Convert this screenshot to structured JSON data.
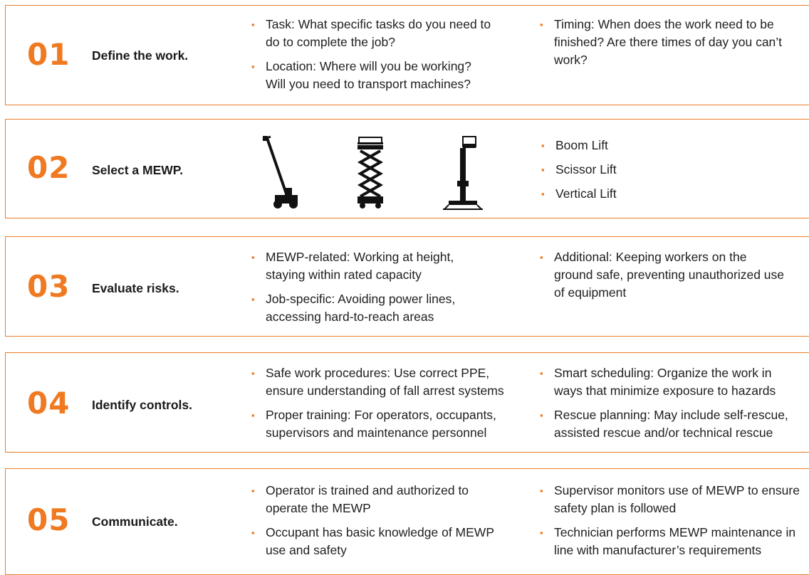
{
  "accent_color": "#ef7a22",
  "steps": [
    {
      "number": "01",
      "title": "Define the work.",
      "left": [
        "Task: What specific tasks do you need to do to complete the job?",
        "Location: Where will you be working? Will you need to transport machines?"
      ],
      "right": [
        "Timing: When does the work need to be finished? Are there times of day you can’t work?"
      ]
    },
    {
      "number": "02",
      "title": "Select a MEWP.",
      "images": [
        "boom-lift-icon",
        "scissor-lift-icon",
        "vertical-lift-icon"
      ],
      "right": [
        "Boom Lift",
        "Scissor Lift",
        "Vertical Lift"
      ]
    },
    {
      "number": "03",
      "title": "Evaluate risks.",
      "left": [
        "MEWP-related: Working at height, staying within rated capacity",
        "Job-specific: Avoiding power lines, accessing hard-to-reach areas"
      ],
      "right": [
        "Additional: Keeping workers on the ground safe, preventing unauthorized use of equipment"
      ]
    },
    {
      "number": "04",
      "title": "Identify controls.",
      "left": [
        "Safe work procedures: Use correct PPE, ensure understanding of fall arrest systems",
        "Proper training: For operators, occupants, supervisors and maintenance personnel"
      ],
      "right": [
        "Smart scheduling: Organize the work in ways that minimize exposure to hazards",
        "Rescue planning: May include self-rescue, assisted rescue and/or technical rescue"
      ]
    },
    {
      "number": "05",
      "title": "Communicate.",
      "left": [
        "Operator is trained and authorized to operate the MEWP",
        "Occupant has basic knowledge of MEWP use and safety"
      ],
      "right": [
        "Supervisor monitors use of MEWP to ensure safety plan is followed",
        "Technician performs MEWP maintenance in line with manufacturer’s requirements"
      ]
    }
  ]
}
